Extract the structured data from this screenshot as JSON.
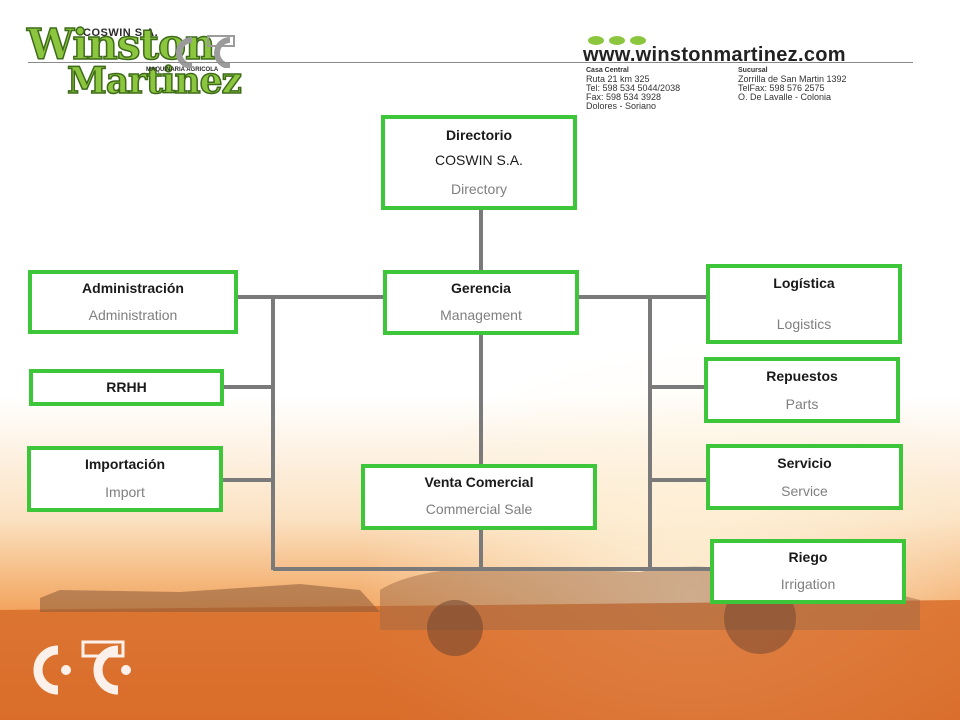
{
  "header": {
    "company_small": "COSWIN S.A.",
    "logo_line1": "Winston",
    "logo_line2": "Martinez",
    "logo_tagline": "MAQUINARIA AGRICOLA",
    "website": "www.winstonmartinez.com",
    "main_office": {
      "label": "Casa Central",
      "lines": [
        "Ruta 21  km 325",
        "Tel: 598 534 5044/2038",
        "Fax: 598 534 3928",
        "Dolores - Soriano"
      ]
    },
    "branch": {
      "label": "Sucursal",
      "lines": [
        "Zorrilla de San Martin 1392",
        "TelFax: 598 576 2575",
        "O. De Lavalle - Colonia"
      ]
    }
  },
  "org": {
    "directory": {
      "es": "Directorio",
      "company": "COSWIN S.A.",
      "en": "Directory"
    },
    "management": {
      "es": "Gerencia",
      "en": "Management"
    },
    "administration": {
      "es": "Administración",
      "en": "Administration"
    },
    "hr": {
      "es": "RRHH"
    },
    "import": {
      "es": "Importación",
      "en": "Import"
    },
    "commercial_sale": {
      "es": "Venta Comercial",
      "en": "Commercial Sale"
    },
    "logistics": {
      "es": "Logística",
      "en": "Logistics"
    },
    "parts": {
      "es": "Repuestos",
      "en": "Parts"
    },
    "service": {
      "es": "Servicio",
      "en": "Service"
    },
    "irrigation": {
      "es": "Riego",
      "en": "Irrigation"
    }
  },
  "colors": {
    "box_border": "#3ec63b",
    "connector": "#7a7a7a",
    "logo_green": "#8cc63f"
  }
}
